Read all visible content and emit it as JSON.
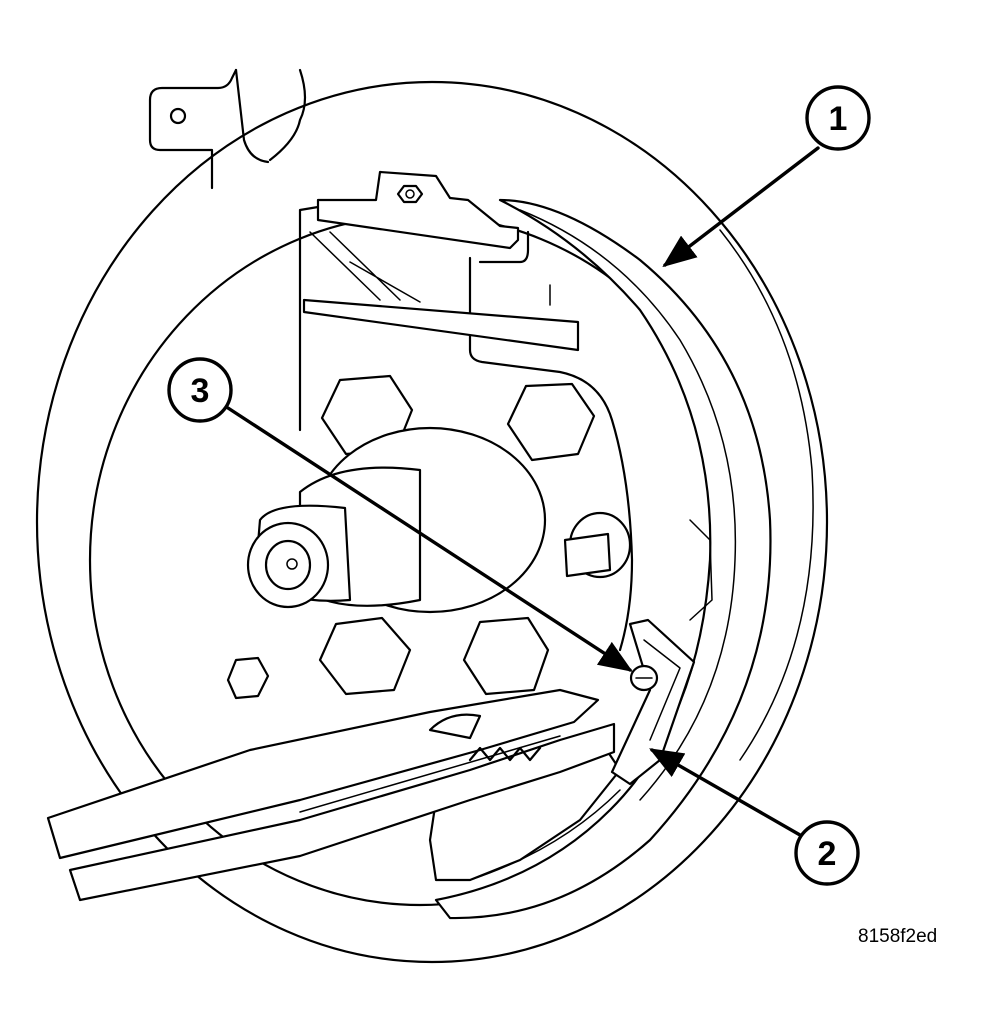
{
  "figure": {
    "figure_id": "8158f2ed"
  },
  "callouts": [
    {
      "label": "1"
    },
    {
      "label": "2"
    },
    {
      "label": "3"
    }
  ]
}
